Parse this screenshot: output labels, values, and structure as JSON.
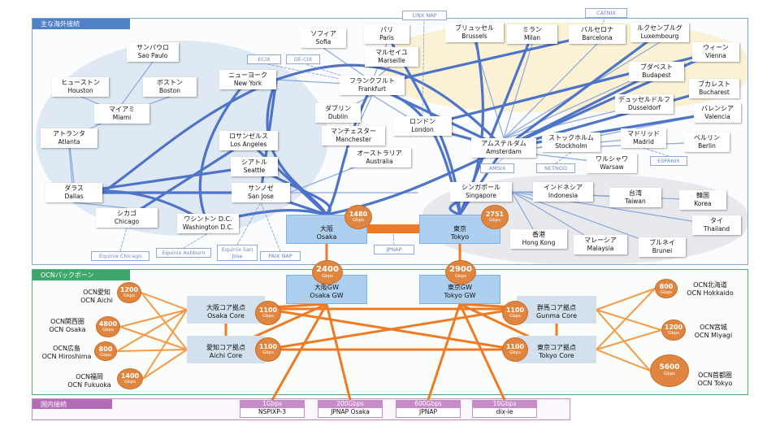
{
  "sections": {
    "global": "主な海外接続",
    "backbone": "OCNバックボーン",
    "domestic": "国内接続"
  },
  "ixps": {
    "linx": "LINX NAP",
    "catnix": "CATNIX",
    "ecix": "ECIX",
    "decix": "DE-CIX",
    "amsix": "AMSIX",
    "netnod": "NETNOD",
    "espanix": "ESPANIX",
    "equinix_chicago": "Equinix Chicago",
    "equinix_ashburn": "Equinix Ashburn",
    "equinix_sanjose": "Equinix San Jose",
    "paix": "PAIX NAP",
    "jpnap": "JPNAP"
  },
  "cities": {
    "saopaulo": {
      "jp": "サンパウロ",
      "en": "Sao Paulo"
    },
    "houston": {
      "jp": "ヒューストン",
      "en": "Houston"
    },
    "boston": {
      "jp": "ボストン",
      "en": "Boston"
    },
    "newyork": {
      "jp": "ニューヨーク",
      "en": "New York"
    },
    "miami": {
      "jp": "マイアミ",
      "en": "Miami"
    },
    "atlanta": {
      "jp": "アトランタ",
      "en": "Atlanta"
    },
    "losangeles": {
      "jp": "ロサンゼルス",
      "en": "Los Angeles"
    },
    "seattle": {
      "jp": "シアトル",
      "en": "Seattle"
    },
    "dallas": {
      "jp": "ダラス",
      "en": "Dallas"
    },
    "sanjose": {
      "jp": "サンノゼ",
      "en": "San Jose"
    },
    "chicago": {
      "jp": "シカゴ",
      "en": "Chicago"
    },
    "washington": {
      "jp": "ワシントン D.C.",
      "en": "Washington D.C."
    },
    "sofia": {
      "jp": "ソフィア",
      "en": "Sofia"
    },
    "paris": {
      "jp": "パリ",
      "en": "Paris"
    },
    "marseille": {
      "jp": "マルセイユ",
      "en": "Marseille"
    },
    "frankfurt": {
      "jp": "フランクフルト",
      "en": "Frankfurt"
    },
    "dublin": {
      "jp": "ダブリン",
      "en": "Dublin"
    },
    "manchester": {
      "jp": "マンチェスター",
      "en": "Manchester"
    },
    "london": {
      "jp": "ロンドン",
      "en": "London"
    },
    "australia": {
      "jp": "オーストラリア",
      "en": "Australia"
    },
    "brussels": {
      "jp": "ブリュッセル",
      "en": "Brussels"
    },
    "milan": {
      "jp": "ミラン",
      "en": "Milan"
    },
    "barcelona": {
      "jp": "バルセロナ",
      "en": "Barcelona"
    },
    "luxembourg": {
      "jp": "ルクセンブルグ",
      "en": "Luxembourg"
    },
    "vienna": {
      "jp": "ウィーン",
      "en": "Vienna"
    },
    "budapest": {
      "jp": "ブダペスト",
      "en": "Budapest"
    },
    "bucharest": {
      "jp": "ブカレスト",
      "en": "Bucharest"
    },
    "dusseldorf": {
      "jp": "デュッセルドルフ",
      "en": "Dusseldorf"
    },
    "valencia": {
      "jp": "バレンシア",
      "en": "Valencia"
    },
    "amsterdam": {
      "jp": "アムステルダム",
      "en": "Amsterdam"
    },
    "stockholm": {
      "jp": "ストックホルム",
      "en": "Stockholm"
    },
    "madrid": {
      "jp": "マドリッド",
      "en": "Madrid"
    },
    "berlin": {
      "jp": "ベルリン",
      "en": "Berlin"
    },
    "warsaw": {
      "jp": "ワルシャワ",
      "en": "Warsaw"
    },
    "singapore": {
      "jp": "シンガポール",
      "en": "Singapore"
    },
    "indonesia": {
      "jp": "インドネシア",
      "en": "Indonesia"
    },
    "taiwan": {
      "jp": "台湾",
      "en": "Taiwan"
    },
    "korea": {
      "jp": "韓国",
      "en": "Korea"
    },
    "thailand": {
      "jp": "タイ",
      "en": "Thailand"
    },
    "hongkong": {
      "jp": "香港",
      "en": "Hong Kong"
    },
    "malaysia": {
      "jp": "マレーシア",
      "en": "Malaysia"
    },
    "brunei": {
      "jp": "ブルネイ",
      "en": "Brunei"
    }
  },
  "hubs": {
    "osaka": {
      "jp": "大阪",
      "en": "Osaka",
      "cap": "1480",
      "unit": "Gbps"
    },
    "tokyo": {
      "jp": "東京",
      "en": "Tokyo",
      "cap": "2751",
      "unit": "Gbps"
    }
  },
  "gateways": {
    "osaka": {
      "jp": "大阪GW",
      "en": "Osaka GW",
      "cap": "2400",
      "unit": "Gbps"
    },
    "tokyo": {
      "jp": "東京GW",
      "en": "Tokyo GW",
      "cap": "2900",
      "unit": "Gbps"
    }
  },
  "cores": {
    "osaka": {
      "jp": "大阪コア拠点",
      "en": "Osaka Core",
      "cap": "1100",
      "unit": "Gbps"
    },
    "aichi": {
      "jp": "愛知コア拠点",
      "en": "Aichi Core",
      "cap": "1100",
      "unit": "Gbps"
    },
    "gunma": {
      "jp": "群馬コア拠点",
      "en": "Gunma Core",
      "cap": "1100",
      "unit": "Gbps"
    },
    "tokyo": {
      "jp": "東京コア拠点",
      "en": "Tokyo Core",
      "cap": "1100",
      "unit": "Gbps"
    }
  },
  "regions": {
    "aichi": {
      "jp": "OCN愛知",
      "en": "OCN Aichi",
      "cap": "1200",
      "unit": "Gbps"
    },
    "osaka": {
      "jp": "OCN関西圏",
      "en": "OCN Osaka",
      "cap": "4800",
      "unit": "Gbps"
    },
    "hiroshima": {
      "jp": "OCN広島",
      "en": "OCN Hiroshima",
      "cap": "800",
      "unit": "Gbps"
    },
    "fukuoka": {
      "jp": "OCN福岡",
      "en": "OCN Fukuoka",
      "cap": "1400",
      "unit": "Gbps"
    },
    "hokkaido": {
      "jp": "OCN北海道",
      "en": "OCN Hokkaido",
      "cap": "800",
      "unit": "Gbps"
    },
    "miyagi": {
      "jp": "OCN宮城",
      "en": "OCN Miyagi",
      "cap": "1200",
      "unit": "Gbps"
    },
    "tokyo": {
      "jp": "OCN首都圏",
      "en": "OCN Tokyo",
      "cap": "5600",
      "unit": "Gbps"
    }
  },
  "domestic": [
    {
      "cap": "1Gbps",
      "name": "NSPIXP-3"
    },
    {
      "cap": "200Gbps",
      "name": "JPNAP Osaka"
    },
    {
      "cap": "600Gbps",
      "name": "JPNAP"
    },
    {
      "cap": "10Gbps",
      "name": "dix-ie"
    }
  ]
}
